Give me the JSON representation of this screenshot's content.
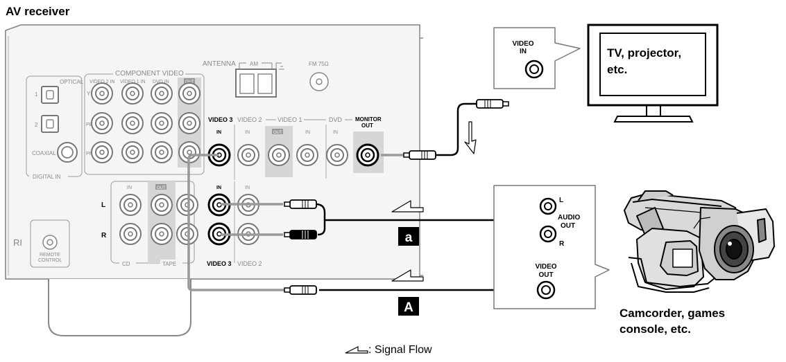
{
  "title": "AV receiver",
  "receiver": {
    "component_video": "COMPONENT VIDEO",
    "optical": "OPTICAL",
    "coaxial": "COAXIAL",
    "digital_in": "DIGITAL IN",
    "video2_in": "VIDEO 2 IN",
    "video1_in": "VIDEO 1 IN",
    "dvd_in": "DVD IN",
    "out": "OUT",
    "row_y": "Y",
    "row_pb": "PB",
    "row_pr": "PR",
    "opt_1": "1",
    "opt_2": "2",
    "antenna": "ANTENNA",
    "am": "AM",
    "fm": "FM 75Ω",
    "video3": "VIDEO 3",
    "video2": "VIDEO 2",
    "video1": "VIDEO 1",
    "dvd": "DVD",
    "monitor_out_1": "MONITOR",
    "monitor_out_2": "OUT",
    "in": "IN",
    "cd": "CD",
    "tape": "TAPE",
    "audio_l": "L",
    "audio_r": "R",
    "remote_1": "REMOTE",
    "remote_2": "CONTROL",
    "remote_symbol": "RI"
  },
  "tv": {
    "input_1": "VIDEO",
    "input_2": "IN",
    "label_1": "TV, projector,",
    "label_2": "etc."
  },
  "camcorder": {
    "audio_1": "AUDIO",
    "audio_2": "OUT",
    "ch_l": "L",
    "ch_r": "R",
    "video_1": "VIDEO",
    "video_2": "OUT",
    "label_1": "Camcorder, games",
    "label_2": "console, etc."
  },
  "markers": {
    "audio": "a",
    "video": "A"
  },
  "legend": {
    "text": ": Signal Flow"
  }
}
